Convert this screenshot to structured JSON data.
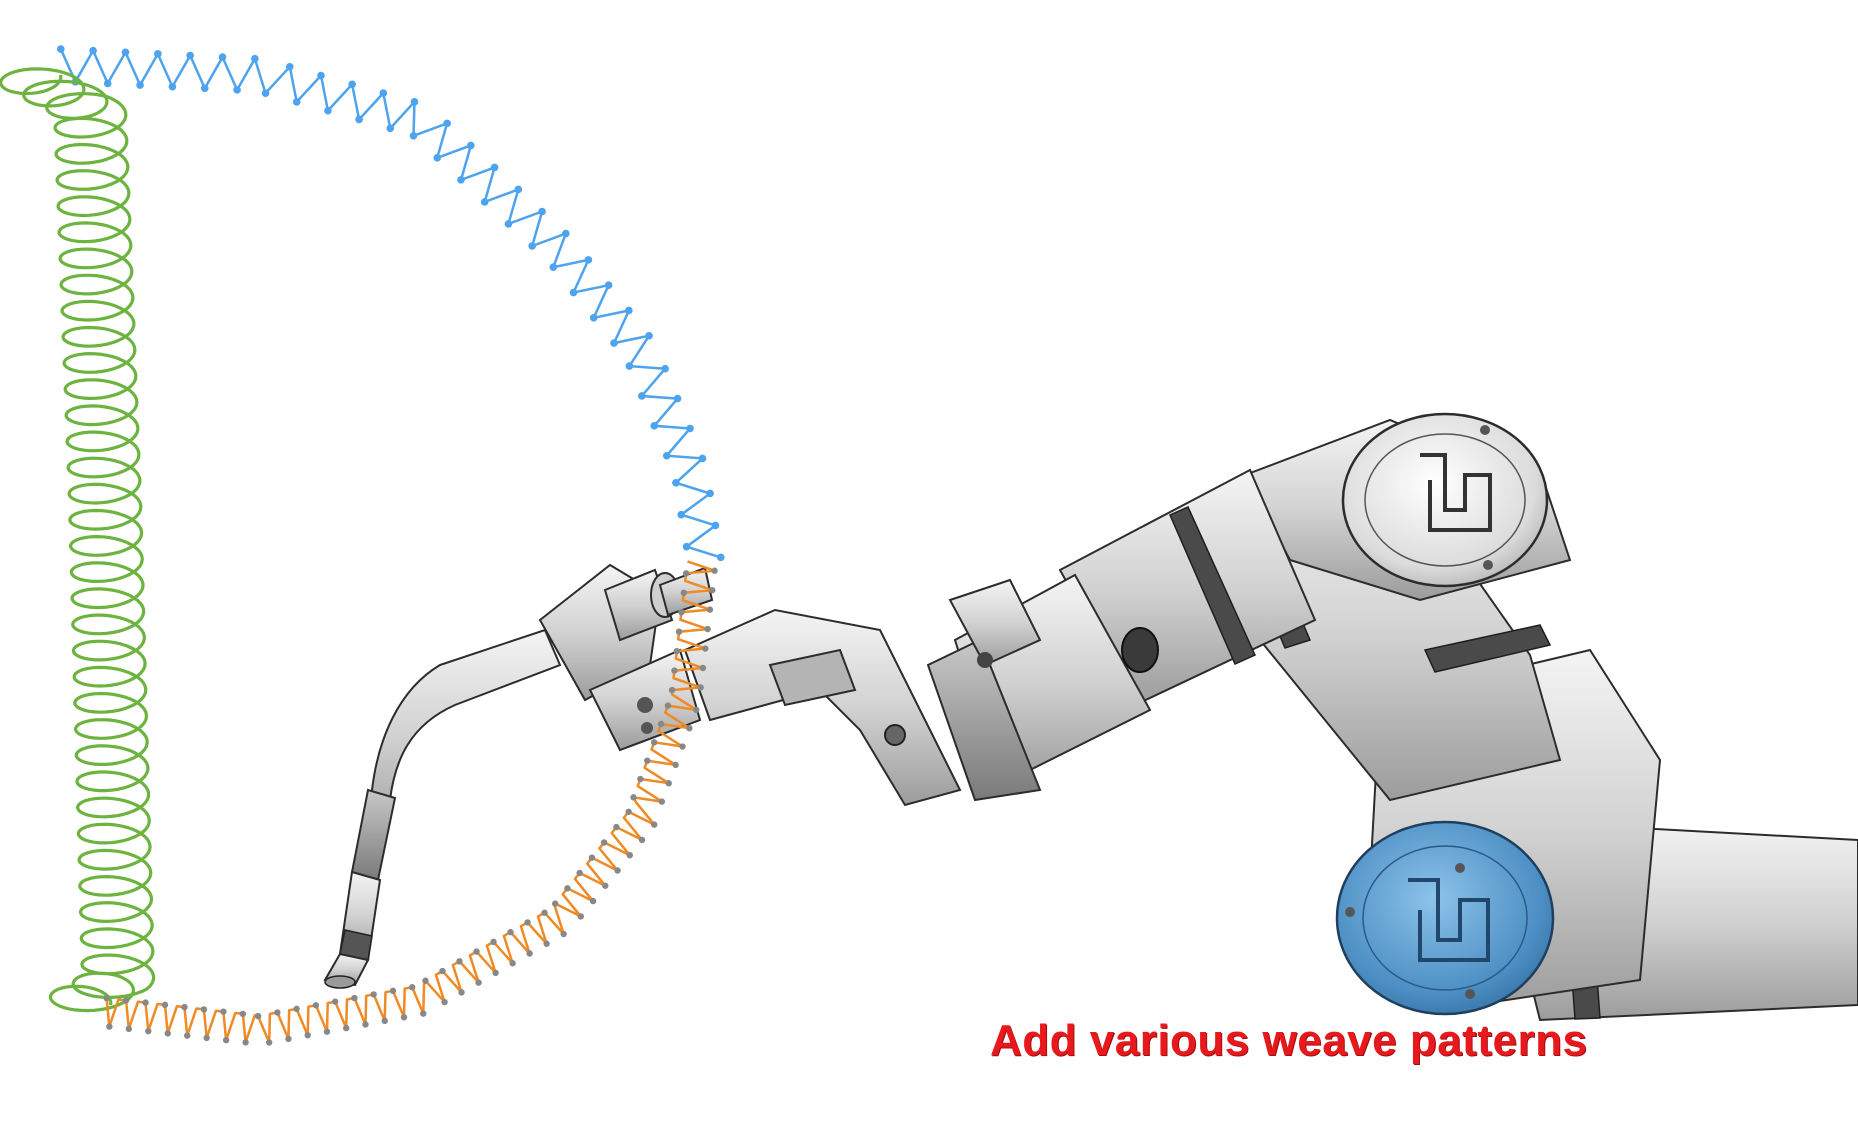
{
  "caption": "Add various weave patterns",
  "colors": {
    "zigzag_weave": "#4da3ee",
    "circular_weave": "#6db33f",
    "triangle_weave": "#f08a24",
    "weave_node": "#888888",
    "caption": "#e8191c",
    "joint_cap": "#4d8fc4",
    "robot_body": "#d8d8d8"
  },
  "icons": [
    "zigzag-weave-path",
    "circular-weave-path",
    "triangle-weave-path",
    "robot-arm",
    "welding-torch",
    "joint-logo-icon"
  ]
}
